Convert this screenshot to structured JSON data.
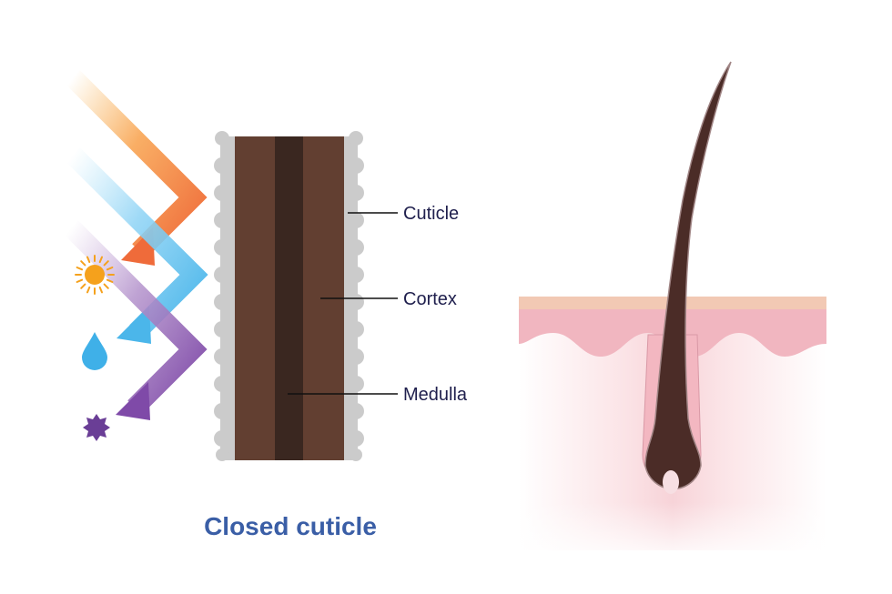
{
  "labels": {
    "cuticle": "Cuticle",
    "cortex": "Cortex",
    "medulla": "Medulla"
  },
  "title": "Closed cuticle",
  "colors": {
    "cortex": "#623f31",
    "medulla": "#3a2720",
    "cuticle_shell": "#cbcbcb",
    "uv_orange": "#f28a3a",
    "water_blue": "#5cc2ee",
    "chemical_purple": "#8e5ab0",
    "skin_top": "#f2c9b4",
    "skin_pink": "#f1b6c0",
    "hair_shaft": "#4b2c27",
    "title_blue": "#3a5ea6"
  },
  "icons": [
    "sun-icon",
    "water-drop-icon",
    "chemical-star-icon"
  ]
}
